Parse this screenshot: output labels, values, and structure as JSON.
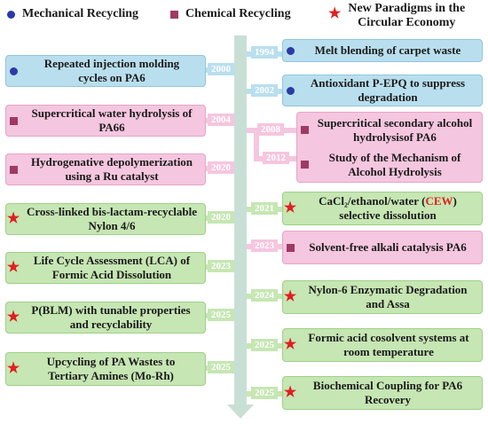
{
  "legend": {
    "mechanical": "Mechanical Recycling",
    "chemical": "Chemical Recycling",
    "new_line1": "New Paradigms in the",
    "new_line2": "Circular Economy"
  },
  "left": [
    {
      "year": "2000",
      "text": "Repeated injection molding cycles on PA6",
      "category": "mechanical"
    },
    {
      "year": "2004",
      "text": "Supercritical water hydrolysis of PA66",
      "category": "chemical"
    },
    {
      "year": "2020",
      "text": "Hydrogenative depolymerization using a Ru catalyst",
      "category": "chemical"
    },
    {
      "year": "2020",
      "text": "Cross-linked bis-lactam-recyclable Nylon 4/6",
      "category": "new"
    },
    {
      "year": "2023",
      "text": "Life Cycle Assessment (LCA) of Formic Acid Dissolution",
      "category": "new"
    },
    {
      "year": "2025",
      "text": "P(BLM) with tunable properties and recyclability",
      "category": "new"
    },
    {
      "year": "2025",
      "text": "Upcycling of PA Wastes to Tertiary Amines (Mo-Rh)",
      "category": "new"
    }
  ],
  "right": [
    {
      "year": "1994",
      "text": "Melt blending of carpet waste",
      "category": "mechanical"
    },
    {
      "year": "2002",
      "text": "Antioxidant P-EPQ to suppress degradation",
      "category": "mechanical"
    },
    {
      "year": "2008",
      "text": "Supercritical secondary alcohol hydrolysisof PA6",
      "category": "chemical"
    },
    {
      "year": "2012",
      "text": "Study of the Mechanism of Alcohol Hydrolysis",
      "category": "chemical"
    },
    {
      "year": "2021",
      "text_pre": "CaCl₂/ethanol/water (",
      "text_red": "CEW",
      "text_post": ") selective dissolution",
      "category": "new"
    },
    {
      "year": "2023",
      "text": "Solvent-free alkali catalysis PA6",
      "category": "chemical"
    },
    {
      "year": "2024",
      "text": "Nylon-6 Enzymatic Degradation and Assa",
      "category": "new"
    },
    {
      "year": "2025",
      "text": "Formic acid cosolvent systems at room temperature",
      "category": "new"
    },
    {
      "year": "2025",
      "text": "Biochemical Coupling for PA6 Recovery",
      "category": "new"
    }
  ],
  "colors": {
    "mechanical_box": "#b9dfee",
    "chemical_box": "#f5c6df",
    "new_box": "#c6e6b3",
    "mechanical_marker": "#2b3aa8",
    "chemical_marker": "#9e3a63",
    "new_marker": "#e02020",
    "axis": "#c8dfd6"
  },
  "icons": {
    "mechanical": "circle-icon",
    "chemical": "square-icon",
    "new": "star-icon"
  }
}
